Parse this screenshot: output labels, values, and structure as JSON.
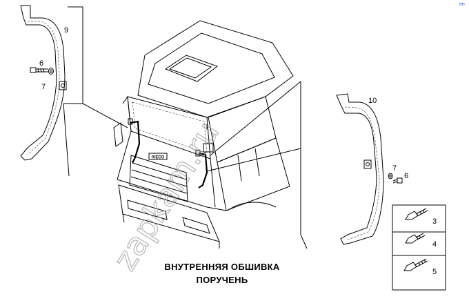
{
  "title": {
    "line1": "ВНУТРЕННЯЯ ОБШИВКА",
    "line2": "ПОРУЧЕНЬ"
  },
  "watermark": "zapkam.ru",
  "corner_mark": "en",
  "callouts": {
    "left_handrail": "9",
    "left_bolt": "6",
    "left_washer": "7",
    "right_handrail": "10",
    "right_washer": "7",
    "right_bolt": "6",
    "bolt_top": "3",
    "bolt_middle": "4",
    "bolt_bottom": "5"
  },
  "cab_badge": "IVECO"
}
